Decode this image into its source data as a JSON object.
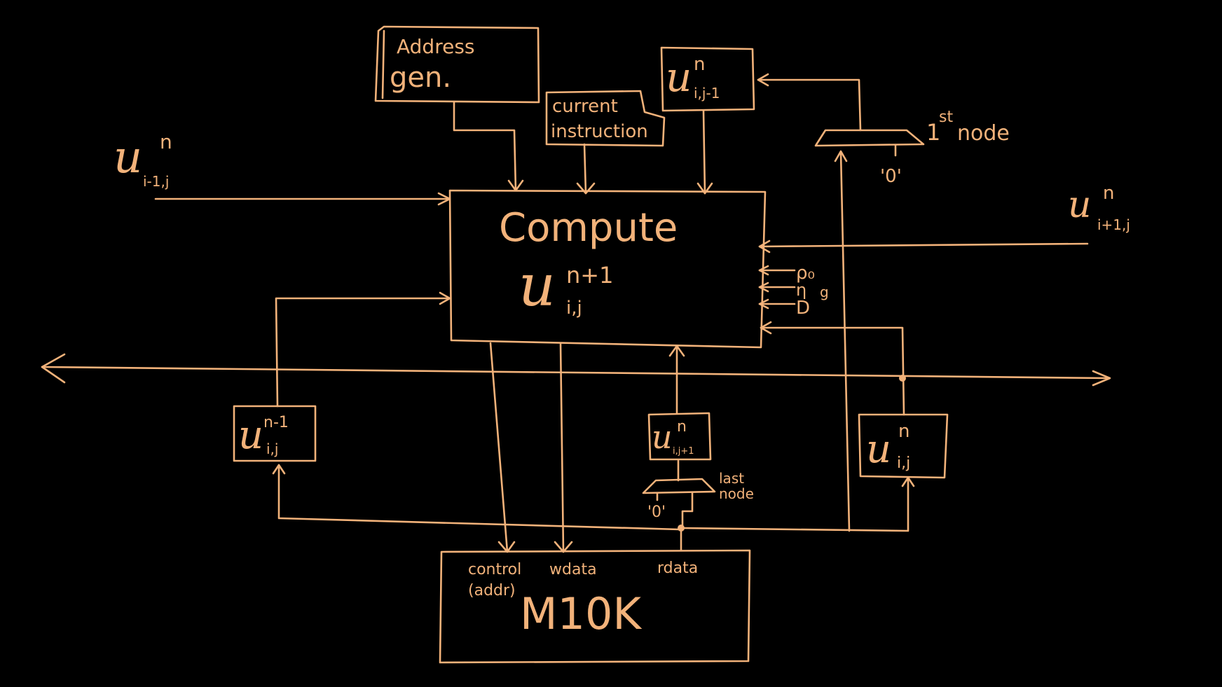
{
  "colors": {
    "background": "#000000",
    "ink": "#f2b27a"
  },
  "blocks": {
    "address_gen": {
      "line1": "Address",
      "line2": "gen."
    },
    "current_instruction": {
      "line1": "current",
      "line2": "instruction"
    },
    "compute": {
      "title": "Compute",
      "var": "u",
      "sup": "n+1",
      "sub": "i,j"
    },
    "u_top_reg": {
      "var": "u",
      "sup": "n",
      "sub": "i,j-1"
    },
    "u_prev_reg": {
      "var": "u",
      "sup": "n-1",
      "sub": "i,j"
    },
    "u_next_reg": {
      "var": "u",
      "sup": "n",
      "sub": "i,j+1"
    },
    "u_current_reg": {
      "var": "u",
      "sup": "n",
      "sub": "i,j"
    },
    "memory": {
      "title": "M10K",
      "port_control": "control",
      "port_addr": "(addr)",
      "port_wdata": "wdata",
      "port_rdata": "rdata"
    }
  },
  "inputs": {
    "left": {
      "var": "u",
      "sup": "n",
      "sub": "i-1,j"
    },
    "right": {
      "var": "u",
      "sup": "n",
      "sub": "i+1,j"
    },
    "params": [
      "ρ₀",
      "η",
      "D"
    ],
    "param_label_g": "g"
  },
  "muxes": {
    "first_node": {
      "label_sup": "st",
      "label_num": "1",
      "label_text": "node",
      "zero": "'0'"
    },
    "last_node": {
      "line1": "last",
      "line2": "node",
      "zero": "'0'"
    }
  }
}
